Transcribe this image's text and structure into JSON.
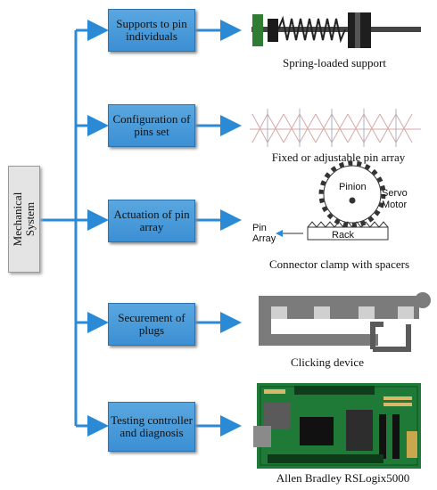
{
  "root": {
    "label_line1": "Mechanical",
    "label_line2": "System"
  },
  "branches": [
    {
      "label": "Supports to pin individuals",
      "caption": "Spring-loaded support"
    },
    {
      "label": "Configuration of pins set",
      "caption": "Fixed or adjustable pin array"
    },
    {
      "label": "Actuation of pin array",
      "caption": "Connector clamp with spacers"
    },
    {
      "label": "Securement of plugs",
      "caption": "Clicking device"
    },
    {
      "label": "Testing controller and diagnosis",
      "caption": "Allen Bradley RSLogix5000"
    }
  ],
  "gear_diagram": {
    "pinion": "Pinion",
    "servo_line1": "Servo",
    "servo_line2": "Motor",
    "rack": "Rack",
    "pin_array_line1": "Pin",
    "pin_array_line2": "Array"
  },
  "colors": {
    "arrow": "#2a8ad6",
    "node_fill": "#4a9ad9"
  }
}
